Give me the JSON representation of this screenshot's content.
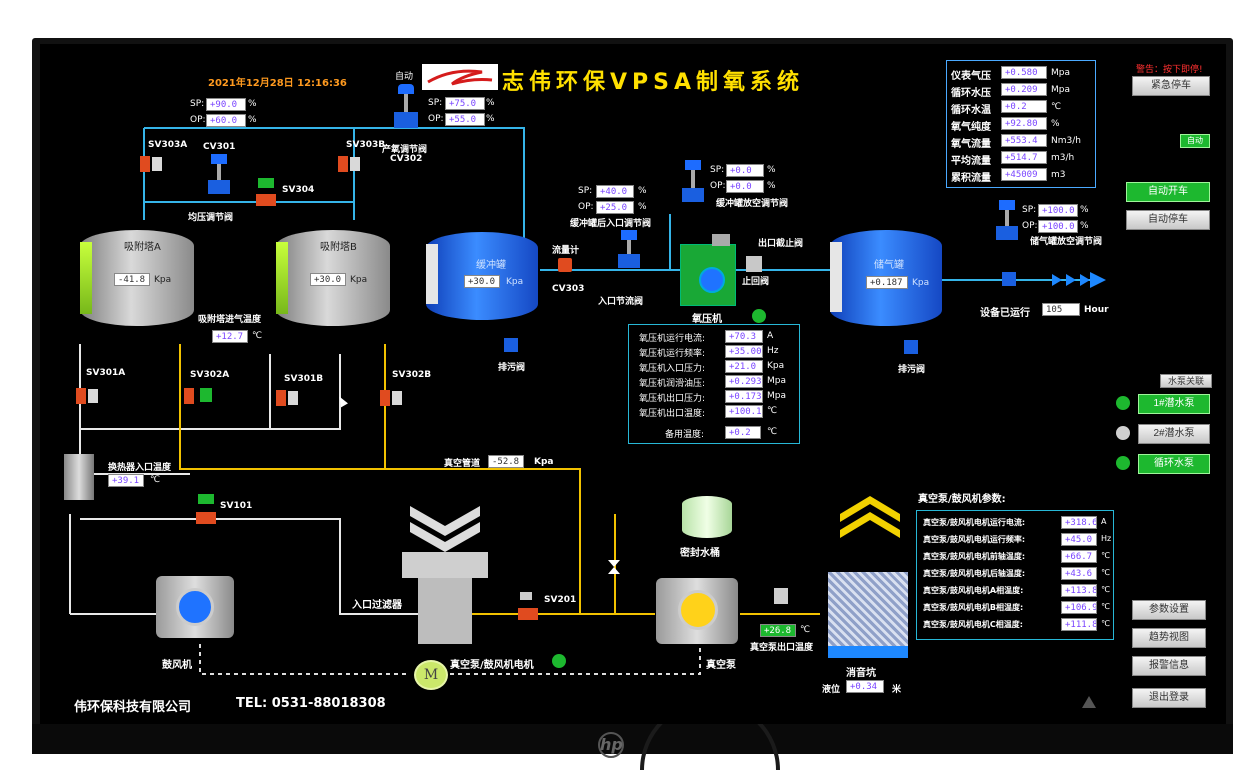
{
  "datetime": "2021年12月28日 12:16:36",
  "title": "志伟环保VPSA制氧系统",
  "warning": "警告：按下即停!",
  "buttons": {
    "emergency_stop": "紧急停车",
    "mode_badge": "自动",
    "auto_start": "自动开车",
    "auto_stop": "自动停车",
    "params_settings": "参数设置",
    "trend_view": "趋势视图",
    "alarm_info": "报警信息",
    "logout": "退出登录"
  },
  "status_panel": {
    "rows": [
      {
        "label": "仪表气压",
        "value": "+0.580",
        "unit": "Mpa"
      },
      {
        "label": "循环水压",
        "value": "+0.209",
        "unit": "Mpa"
      },
      {
        "label": "循环水温",
        "value": "+0.2",
        "unit": "℃"
      },
      {
        "label": "氧气纯度",
        "value": "+92.80",
        "unit": "%"
      },
      {
        "label": "氧气流量",
        "value": "+553.4",
        "unit": "Nm3/h"
      },
      {
        "label": "平均流量",
        "value": "+514.7",
        "unit": "m3/h"
      },
      {
        "label": "累积流量",
        "value": "+45009",
        "unit": "m3"
      }
    ]
  },
  "cv302": {
    "auto": "自动",
    "sp": "+75.0",
    "op": "+55.0",
    "label1": "产氧调节阀",
    "label2": "CV302"
  },
  "cv301": {
    "sp": "+90.0",
    "op": "+60.0",
    "name": "CV301",
    "label": "均压调节阀"
  },
  "buffer_inlet": {
    "sp": "+40.0",
    "op": "+25.0",
    "label": "缓冲罐后入口调节阀"
  },
  "buffer_vent": {
    "sp": "+0.0",
    "op": "+0.0",
    "label": "缓冲罐放空调节阀"
  },
  "storage_vent": {
    "sp": "+100.0",
    "op": "+100.0",
    "label": "储气罐放空调节阀"
  },
  "valves": {
    "sv303a": "SV303A",
    "sv303b": "SV303B",
    "sv304": "SV304",
    "sv301a": "SV301A",
    "sv302a": "SV302A",
    "sv301b": "SV301B",
    "sv302b": "SV302B",
    "sv101": "SV101",
    "sv201": "SV201",
    "cv303": "CV303"
  },
  "tower_a": {
    "name": "吸附塔A",
    "value": "-41.8",
    "unit": "Kpa"
  },
  "tower_b": {
    "name": "吸附塔B",
    "value": "+30.0",
    "unit": "Kpa"
  },
  "buffer_tank": {
    "name": "缓冲罐",
    "value": "+30.0",
    "unit": "Kpa"
  },
  "storage_tank": {
    "name": "储气罐",
    "value": "+0.187",
    "unit": "Kpa"
  },
  "tower_inlet_temp": {
    "label": "吸附塔进气温度",
    "value": "+12.7",
    "unit": "℃"
  },
  "flowmeter": "流量计",
  "inlet_throttle": "入口节流阀",
  "oxygen_compressor": "氧压机",
  "outlet_shutoff": "出口截止阀",
  "check_valve": "止回阀",
  "drain1": "排污阀",
  "drain2": "排污阀",
  "runtime": {
    "label": "设备已运行",
    "value": "105",
    "unit": "Hour"
  },
  "compressor_panel": {
    "rows": [
      {
        "label": "氧压机运行电流:",
        "value": "+70.3",
        "unit": "A"
      },
      {
        "label": "氧压机运行频率:",
        "value": "+35.00",
        "unit": "Hz"
      },
      {
        "label": "氧压机入口压力:",
        "value": "+21.0",
        "unit": "Kpa"
      },
      {
        "label": "氧压机润滑油压:",
        "value": "+0.293",
        "unit": "Mpa"
      },
      {
        "label": "氧压机出口压力:",
        "value": "+0.173",
        "unit": "Mpa"
      },
      {
        "label": "氧压机出口温度:",
        "value": "+100.1",
        "unit": "℃"
      }
    ],
    "spare_label": "备用温度:",
    "spare_value": "+0.2",
    "spare_unit": "℃"
  },
  "pumps": {
    "title": "水泵关联",
    "items": [
      {
        "label": "1#潜水泵",
        "on": true
      },
      {
        "label": "2#潜水泵",
        "on": false
      },
      {
        "label": "循环水泵",
        "on": true
      }
    ]
  },
  "heat_exchanger": {
    "label": "换热器入口温度",
    "value": "+39.1",
    "unit": "℃"
  },
  "vacuum_pipe": {
    "label": "真空管道",
    "value": "-52.8",
    "unit": "Kpa"
  },
  "seal_tank": "密封水桶",
  "inlet_filter": "入口过滤器",
  "blower": "鼓风机",
  "vacuum_pump": "真空泵",
  "motor": {
    "symbol": "M",
    "label": "真空泵/鼓风机电机"
  },
  "pump_outlet_temp": {
    "label": "真空泵出口温度",
    "value": "+26.8",
    "unit": "℃"
  },
  "muffler": {
    "label": "消音坑",
    "level_label": "液位",
    "level_value": "+0.34",
    "level_unit": "米"
  },
  "vacuum_panel": {
    "title": "真空泵/鼓风机参数:",
    "rows": [
      {
        "label": "真空泵/鼓风机电机运行电流:",
        "value": "+318.6",
        "unit": "A"
      },
      {
        "label": "真空泵/鼓风机电机运行频率:",
        "value": "+45.0",
        "unit": "Hz"
      },
      {
        "label": "真空泵/鼓风机电机前轴温度:",
        "value": "+66.7",
        "unit": "℃"
      },
      {
        "label": "真空泵/鼓风机电机后轴温度:",
        "value": "+43.6",
        "unit": "℃"
      },
      {
        "label": "真空泵/鼓风机电机A相温度:",
        "value": "+113.8",
        "unit": "℃"
      },
      {
        "label": "真空泵/鼓风机电机B相温度:",
        "value": "+106.9",
        "unit": "℃"
      },
      {
        "label": "真空泵/鼓风机电机C相温度:",
        "value": "+111.8",
        "unit": "℃"
      }
    ]
  },
  "footer": {
    "company": "伟环保科技有限公司",
    "tel": "TEL: 0531-88018308"
  },
  "labels": {
    "sp": "SP:",
    "op": "OP:",
    "pct": "%"
  }
}
